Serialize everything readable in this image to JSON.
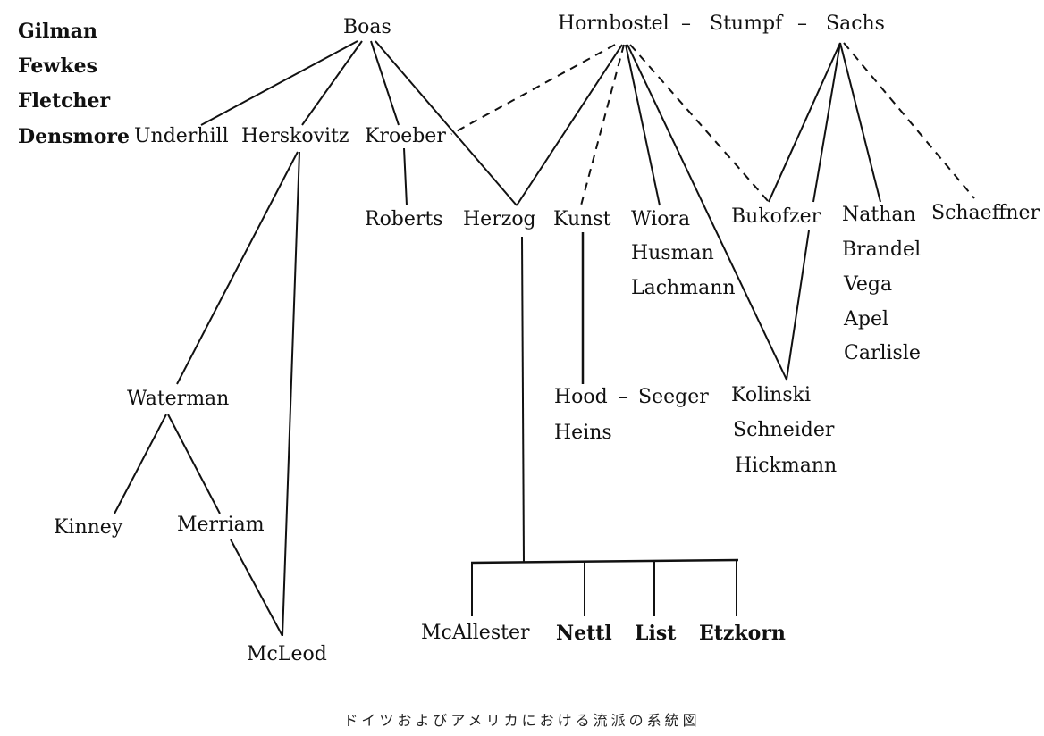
{
  "diagram": {
    "caption": "ドイツおよびアメリカにおける流派の系統図",
    "early_names": [
      "Gilman",
      "Fewkes",
      "Fletcher",
      "Densmore"
    ],
    "top": {
      "boas": "Boas",
      "hornbostel": "Hornbostel",
      "stumpf": "Stumpf",
      "sachs": "Sachs",
      "dash1": "–",
      "dash2": "–"
    },
    "row2": {
      "underhill": "Underhill",
      "herskovitz": "Herskovitz",
      "kroeber": "Kroeber"
    },
    "row3": {
      "roberts": "Roberts",
      "herzog": "Herzog",
      "kunst": "Kunst",
      "wiora": "Wiora",
      "husman": "Husman",
      "lachmann": "Lachmann",
      "bukofzer": "Bukofzer",
      "nathan": "Nathan",
      "brandel": "Brandel",
      "vega": "Vega",
      "apel": "Apel",
      "carlisle": "Carlisle",
      "schaeffner": "Schaeffner"
    },
    "mid": {
      "hood": "Hood",
      "hood_dash": "–",
      "seeger": "Seeger",
      "heins": "Heins",
      "kolinski": "Kolinski",
      "schneider": "Schneider",
      "hickmann": "Hickmann",
      "waterman": "Waterman",
      "kinney": "Kinney",
      "merriam": "Merriam",
      "mcleod": "McLeod"
    },
    "bottom": {
      "mcallester": "McAllester",
      "nettl": "Nettl",
      "list": "List",
      "etzkorn": "Etzkorn"
    }
  }
}
